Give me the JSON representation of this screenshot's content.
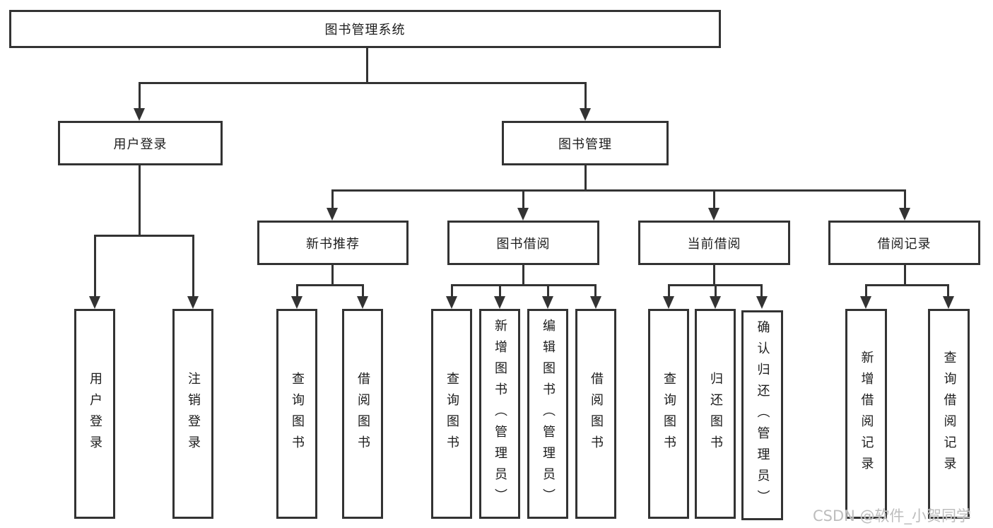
{
  "diagram": {
    "root": {
      "label": "图书管理系统",
      "children": [
        {
          "label": "用户登录",
          "children": [
            {
              "label": "用户登录"
            },
            {
              "label": "注销登录"
            }
          ]
        },
        {
          "label": "图书管理",
          "children": [
            {
              "label": "新书推荐",
              "children": [
                {
                  "label": "查询图书"
                },
                {
                  "label": "借阅图书"
                }
              ]
            },
            {
              "label": "图书借阅",
              "children": [
                {
                  "label": "查询图书"
                },
                {
                  "label": "新增图书（管理员）"
                },
                {
                  "label": "编辑图书（管理员）"
                },
                {
                  "label": "借阅图书"
                }
              ]
            },
            {
              "label": "当前借阅",
              "children": [
                {
                  "label": "查询图书"
                },
                {
                  "label": "归还图书"
                },
                {
                  "label": "确认归还（管理员）"
                }
              ]
            },
            {
              "label": "借阅记录",
              "children": [
                {
                  "label": "新增借阅记录"
                },
                {
                  "label": "查询借阅记录"
                }
              ]
            }
          ]
        }
      ]
    },
    "watermark": "CSDN @软件_小贺同学",
    "colors": {
      "line": "#333333",
      "text": "#1c1c1c",
      "watermark": "#bdbdbd"
    }
  }
}
